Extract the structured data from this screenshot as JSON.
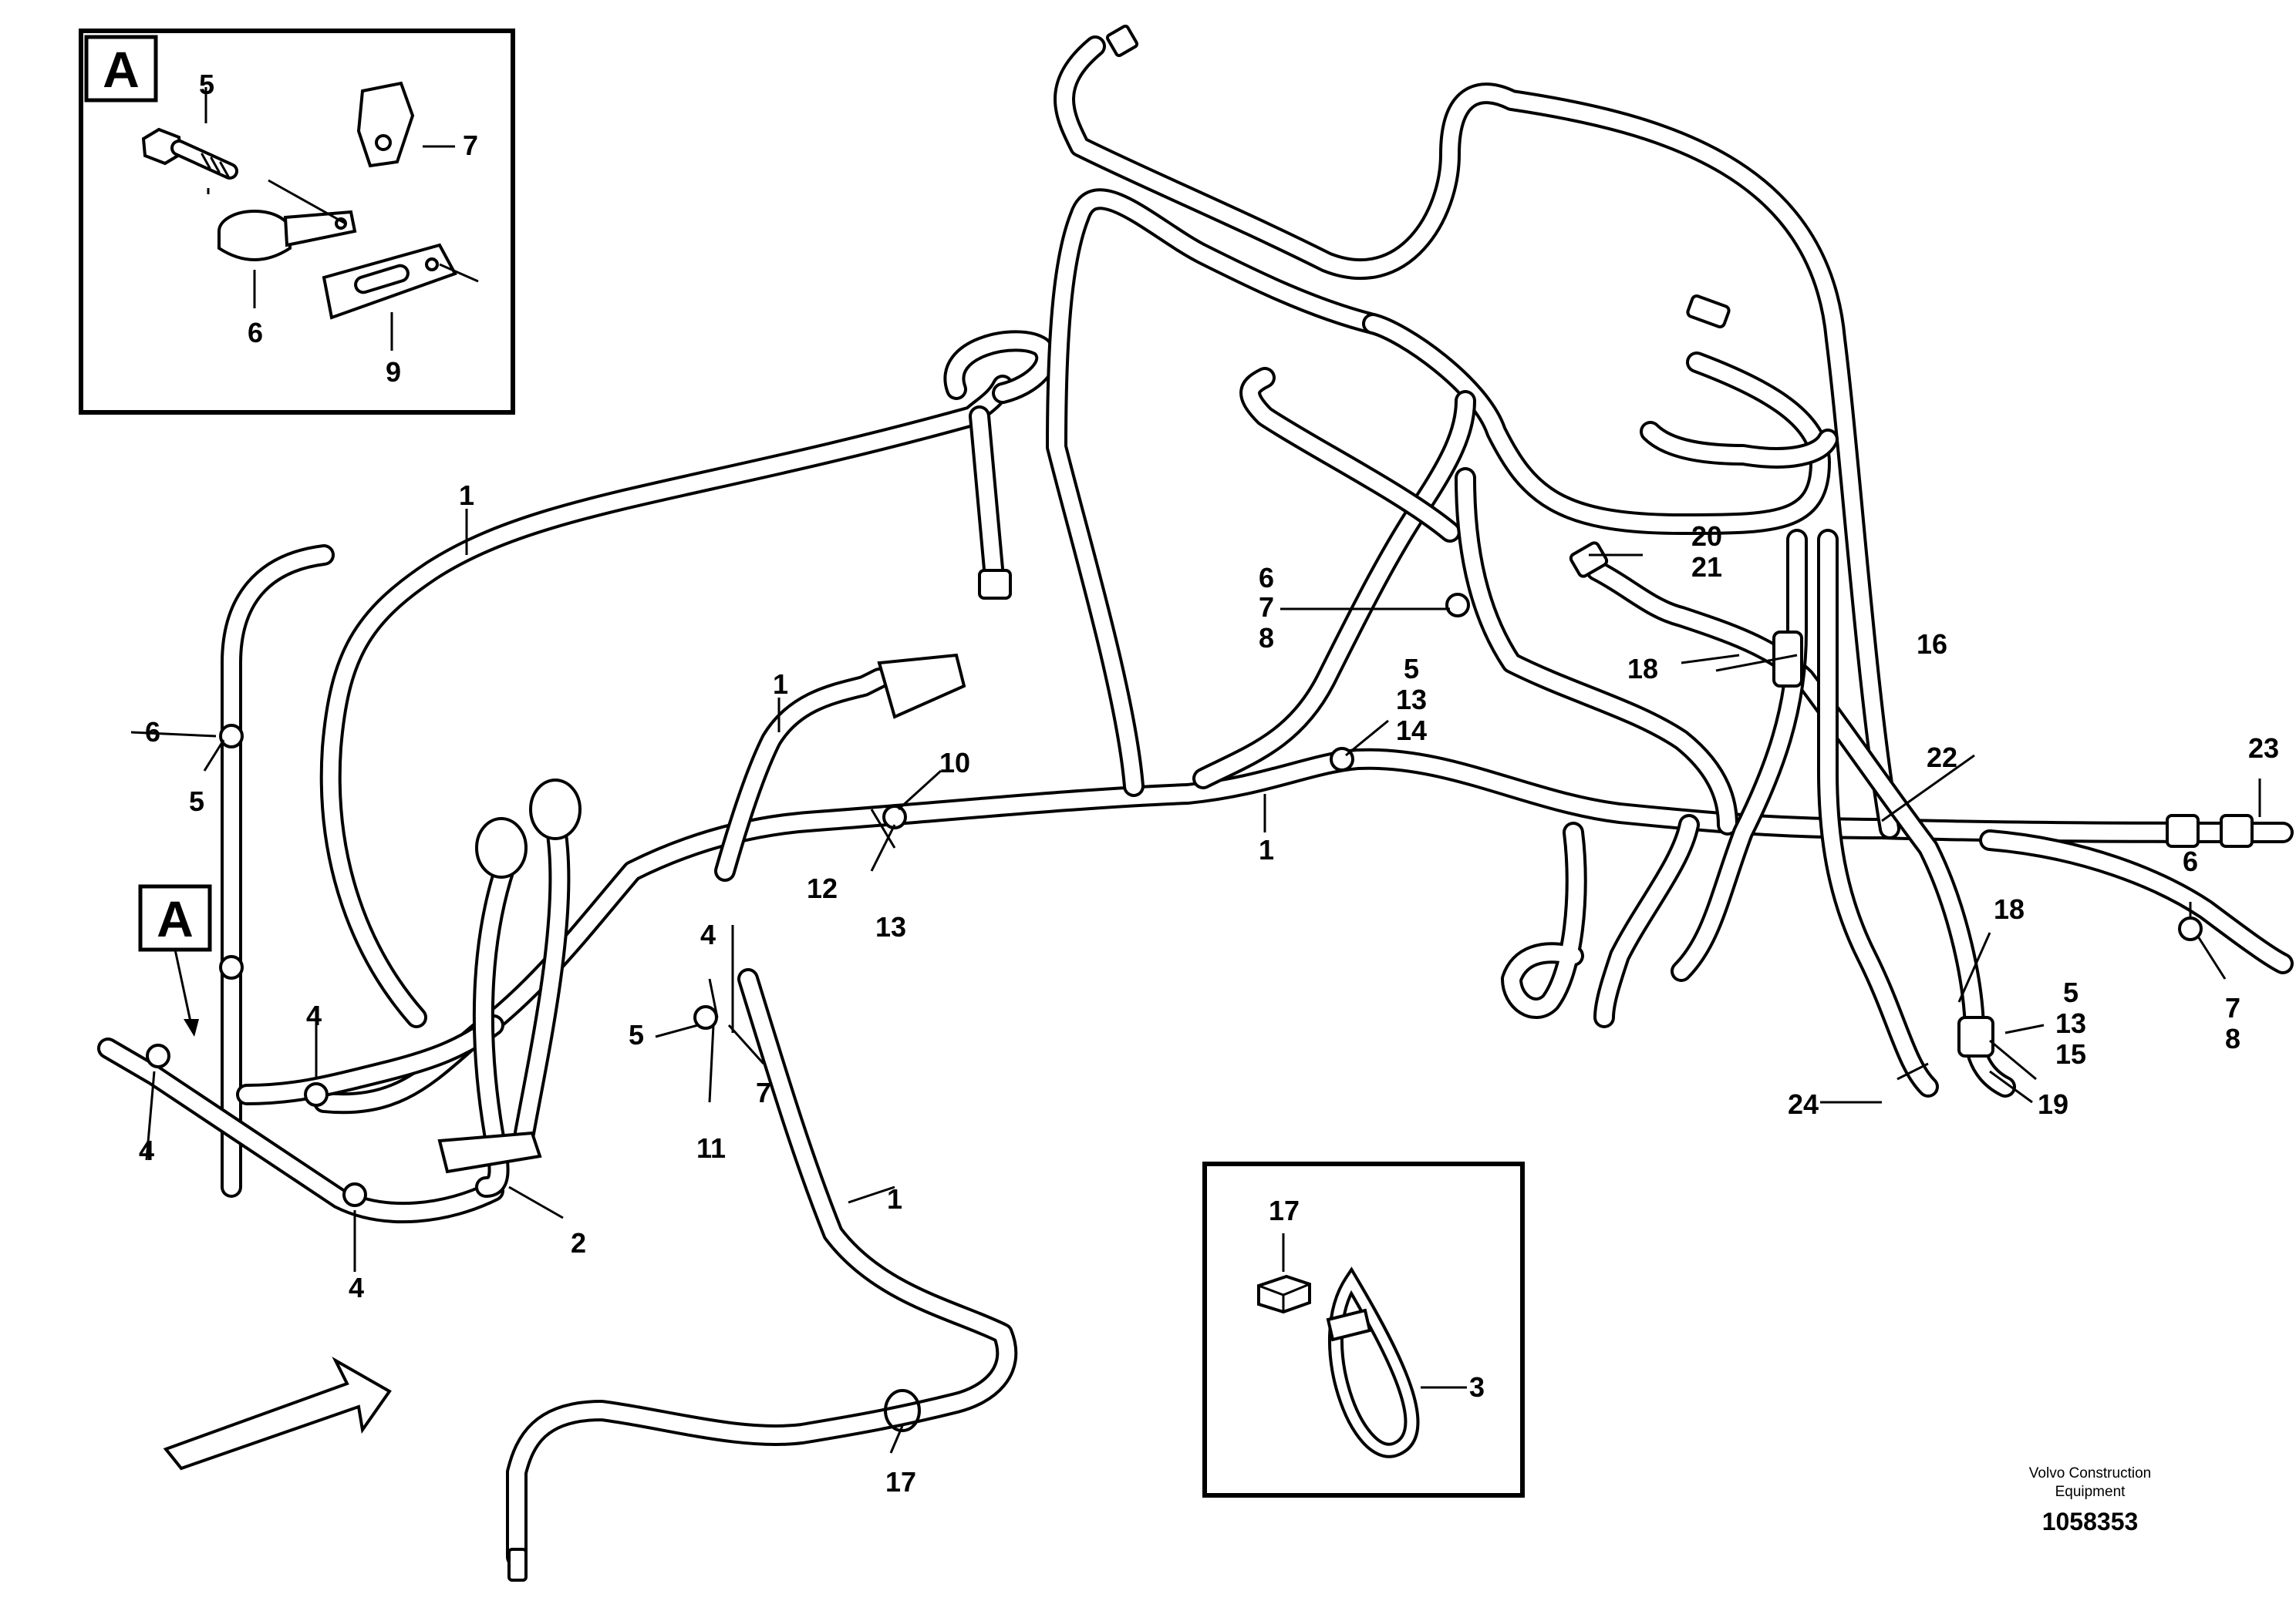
{
  "view_marker": "A",
  "callouts": {
    "c1a": "1",
    "c1b": "1",
    "c1c": "1",
    "c1d": "1",
    "c2": "2",
    "c3": "3",
    "c4a": "4",
    "c4b": "4",
    "c4c": "4",
    "c4d": "4",
    "c5a": "5",
    "c5b": "5",
    "c5c": "5",
    "c5d": "5",
    "c5e": "5",
    "c6a": "6",
    "c6b": "6",
    "c6c": "6",
    "c6d": "6",
    "c7a": "7",
    "c7b": "7",
    "c7c": "7",
    "c7d": "7",
    "c8a": "8",
    "c8b": "8",
    "c9": "9",
    "c10": "10",
    "c11": "11",
    "c12": "12",
    "c13a": "13",
    "c13b": "13",
    "c13c": "13",
    "c14": "14",
    "c15": "15",
    "c16": "16",
    "c17a": "17",
    "c17b": "17",
    "c18a": "18",
    "c18b": "18",
    "c19": "19",
    "c20": "20",
    "c21": "21",
    "c22": "22",
    "c23": "23",
    "c24": "24"
  },
  "footer": {
    "company_line1": "Volvo Construction",
    "company_line2": "Equipment",
    "drawing_number": "1058353"
  }
}
